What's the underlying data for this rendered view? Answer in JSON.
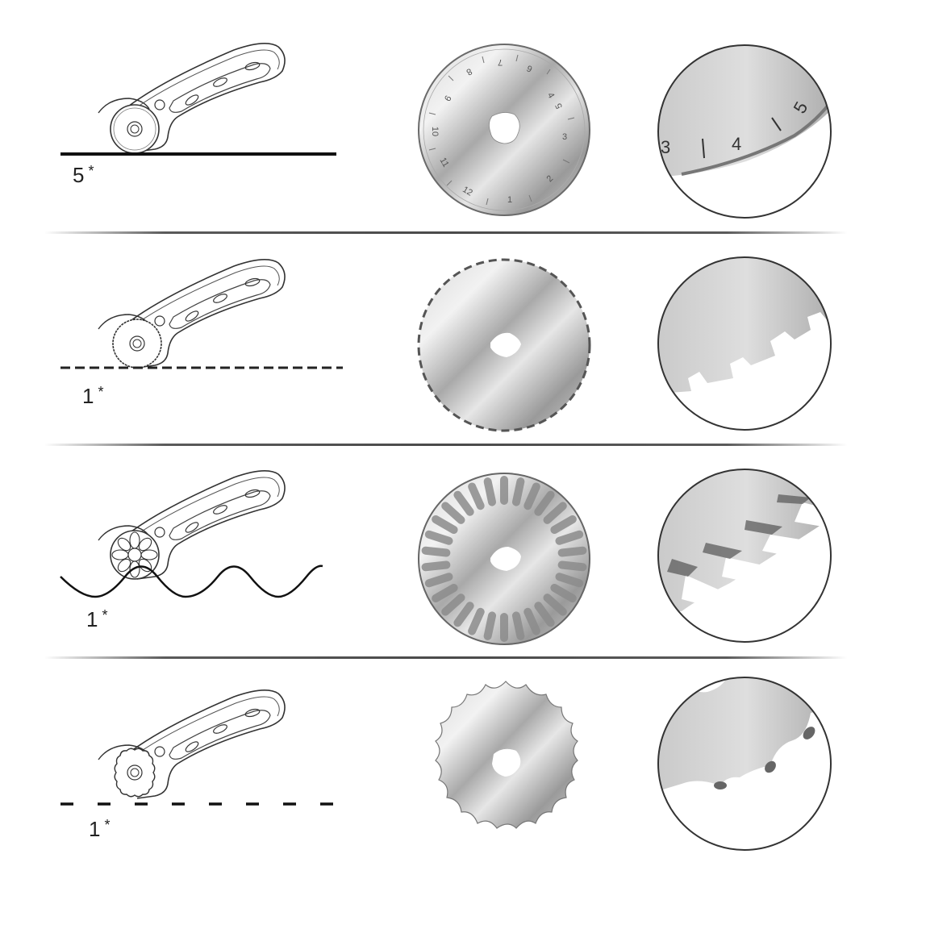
{
  "rows": [
    {
      "id": "straight",
      "quantity": "5",
      "quantity_suffix": "*",
      "cut_line": "straight-line",
      "blade_type": "straight-ruler-blade",
      "blade_numbers": [
        "1",
        "2",
        "3",
        "4",
        "5",
        "6",
        "7",
        "8",
        "9",
        "10",
        "11",
        "12"
      ],
      "zoom_numbers": [
        "3",
        "4",
        "5"
      ]
    },
    {
      "id": "perforated",
      "quantity": "1",
      "quantity_suffix": "*",
      "cut_line": "dashed-line",
      "blade_type": "perforating-blade"
    },
    {
      "id": "wave",
      "quantity": "1",
      "quantity_suffix": "*",
      "cut_line": "wave-line",
      "blade_type": "wave-skip-blade"
    },
    {
      "id": "scallop",
      "quantity": "1",
      "quantity_suffix": "*",
      "cut_line": "wide-dashed-line",
      "blade_type": "scallop-blade"
    }
  ],
  "colors": {
    "background": "#ffffff",
    "ink": "#222222",
    "steel_light": "#e8e8e8",
    "steel_mid": "#b5b5b5",
    "steel_dark": "#7a7a7a",
    "separator": "#4a4a4a"
  }
}
